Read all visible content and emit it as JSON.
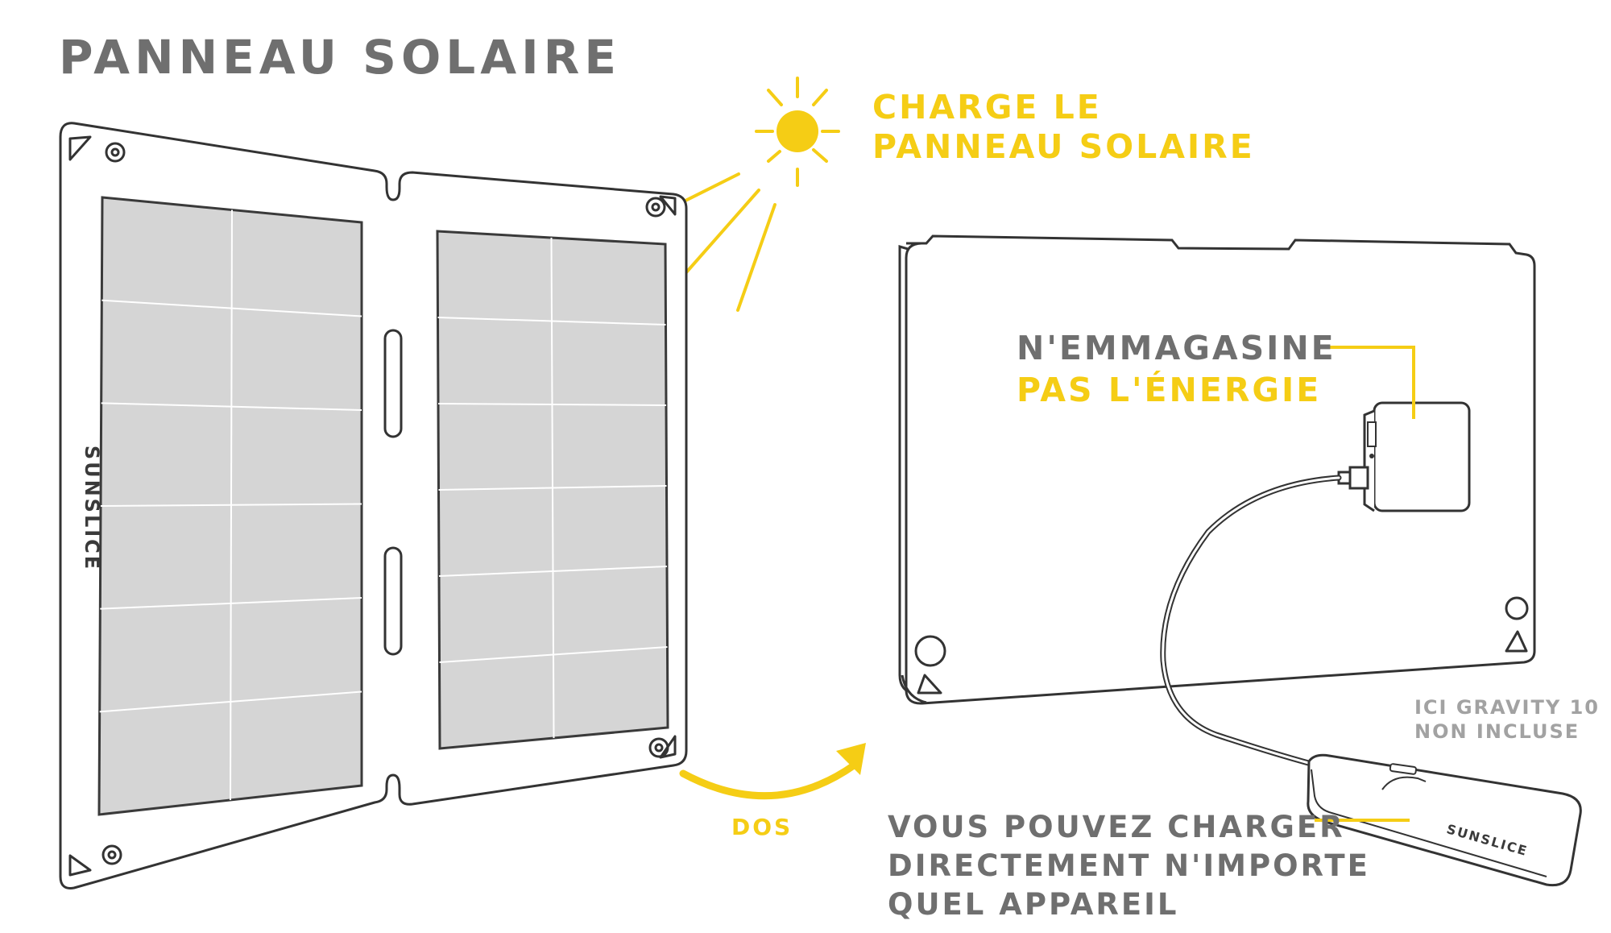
{
  "title": "PANNEAU SOLAIRE",
  "labels": {
    "sun_line1": "CHARGE LE",
    "sun_line2": "PANNEAU SOLAIRE",
    "store_line1": "N'EMMAGASINE",
    "store_line2": "PAS L'ÉNERGIE",
    "gravity_line1": "ICI GRAVITY 10",
    "gravity_line2": "NON INCLUSE",
    "charge_line1": "VOUS POUVEZ CHARGER",
    "charge_line2": "DIRECTEMENT N'IMPORTE",
    "charge_line3": "QUEL APPAREIL",
    "back": "DOS"
  },
  "brand": {
    "panel_logo": "SUNSLICE",
    "battery_logo": "SUNSLICE"
  },
  "colors": {
    "accent": "#f5cd15",
    "text": "#6f6f6f",
    "cell_fill": "#d5d5d5",
    "outline": "#3a3a3a"
  }
}
